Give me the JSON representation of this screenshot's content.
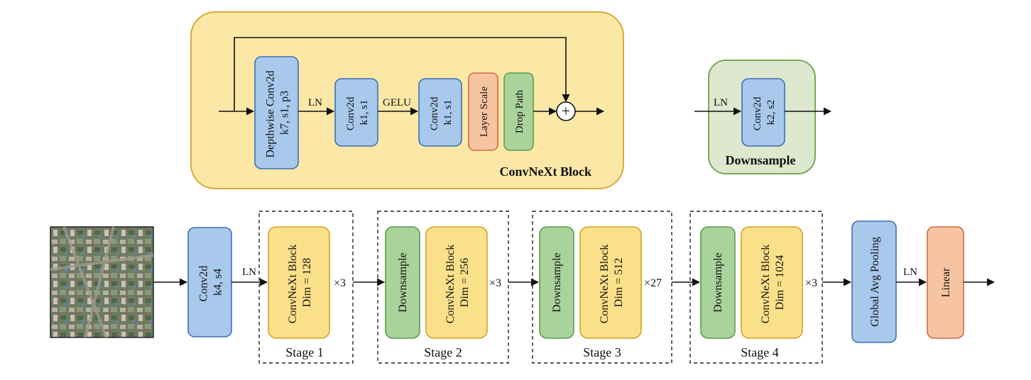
{
  "convnext_block": {
    "title": "ConvNeXt Block",
    "dwconv": [
      "Depthwise Conv2d",
      "k7, s1, p3"
    ],
    "ln": "LN",
    "conv1": [
      "Conv2d",
      "k1, s1"
    ],
    "gelu": "GELU",
    "conv2": [
      "Conv2d",
      "k1, s1"
    ],
    "layer_scale": "Layer Scale",
    "drop_path": "Drop Path",
    "plus": "+"
  },
  "downsample_block": {
    "title": "Downsample",
    "ln": "LN",
    "conv": [
      "Conv2d",
      "k2, s2"
    ]
  },
  "pipeline": {
    "stem": [
      "Conv2d",
      "k4, s4"
    ],
    "ln_after_stem": "LN",
    "stages": [
      {
        "label": "Stage 1",
        "block": [
          "ConvNeXt Block",
          "Dim = 128"
        ],
        "repeat": "×3",
        "downsample": ""
      },
      {
        "label": "Stage 2",
        "block": [
          "ConvNeXt Block",
          "Dim = 256"
        ],
        "repeat": "×3",
        "downsample": "Downsample"
      },
      {
        "label": "Stage 3",
        "block": [
          "ConvNeXt Block",
          "Dim = 512"
        ],
        "repeat": "×27",
        "downsample": "Downsample"
      },
      {
        "label": "Stage 4",
        "block": [
          "ConvNeXt Block",
          "Dim = 1024"
        ],
        "repeat": "×3",
        "downsample": "Downsample"
      }
    ],
    "pool": "Global Avg Pooling",
    "ln_after_pool": "LN",
    "linear": "Linear"
  },
  "colors": {
    "block_bg": "#fbe8a6",
    "block_border": "#d9a93a",
    "down_bg": "#dde8cf",
    "down_border": "#78a85a",
    "blue_fill": "#a8c8ec",
    "blue_border": "#3f6fb2",
    "green_fill": "#a9d39a",
    "green_border": "#5e9a4e",
    "yellow_fill": "#fbe08a",
    "yellow_border": "#d5a125",
    "orange_fill": "#f7c4a2",
    "orange_border": "#d16b3d"
  }
}
